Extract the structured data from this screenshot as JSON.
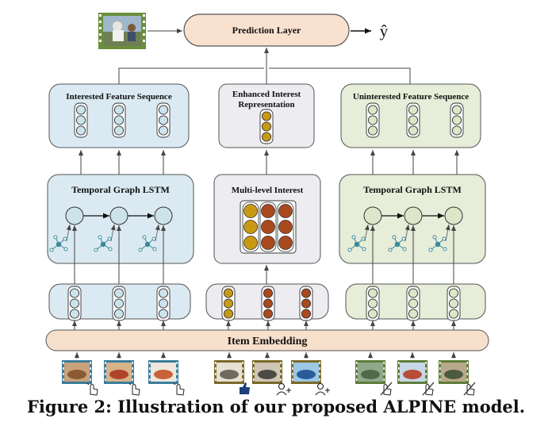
{
  "figure": {
    "caption": "Figure 2: Illustration of our proposed ALPINE model.",
    "prediction_layer": "Prediction Layer",
    "output_symbol": "ŷ",
    "left": {
      "sequence_title": "Interested Feature Sequence",
      "lstm_title": "Temporal Graph LSTM"
    },
    "middle": {
      "enhanced_title_line1": "Enhanced Interest",
      "enhanced_title_line2": "Representation",
      "multilevel_title": "Multi-level Interest"
    },
    "right": {
      "sequence_title": "Uninterested Feature Sequence",
      "lstm_title": "Temporal Graph LSTM"
    },
    "item_embedding": "Item Embedding",
    "colors": {
      "blue_panel": "#dbeaf2",
      "green_panel": "#e6edd9",
      "gray_panel": "#ececf1",
      "orange_bar": "#f6dfcb",
      "prediction_fill": "#f9e1d0",
      "node_blue": "#cde3ec",
      "node_green": "#dde6c8",
      "gold": "#c89a14",
      "rust": "#a9491e",
      "graph_icon": "#3a8a9a"
    },
    "input_icons": {
      "left": "click-hand-icon",
      "middle": [
        "like-thumb-icon",
        "add-user-icon",
        "add-user-icon"
      ],
      "right": "dislike-hand-icon"
    }
  }
}
